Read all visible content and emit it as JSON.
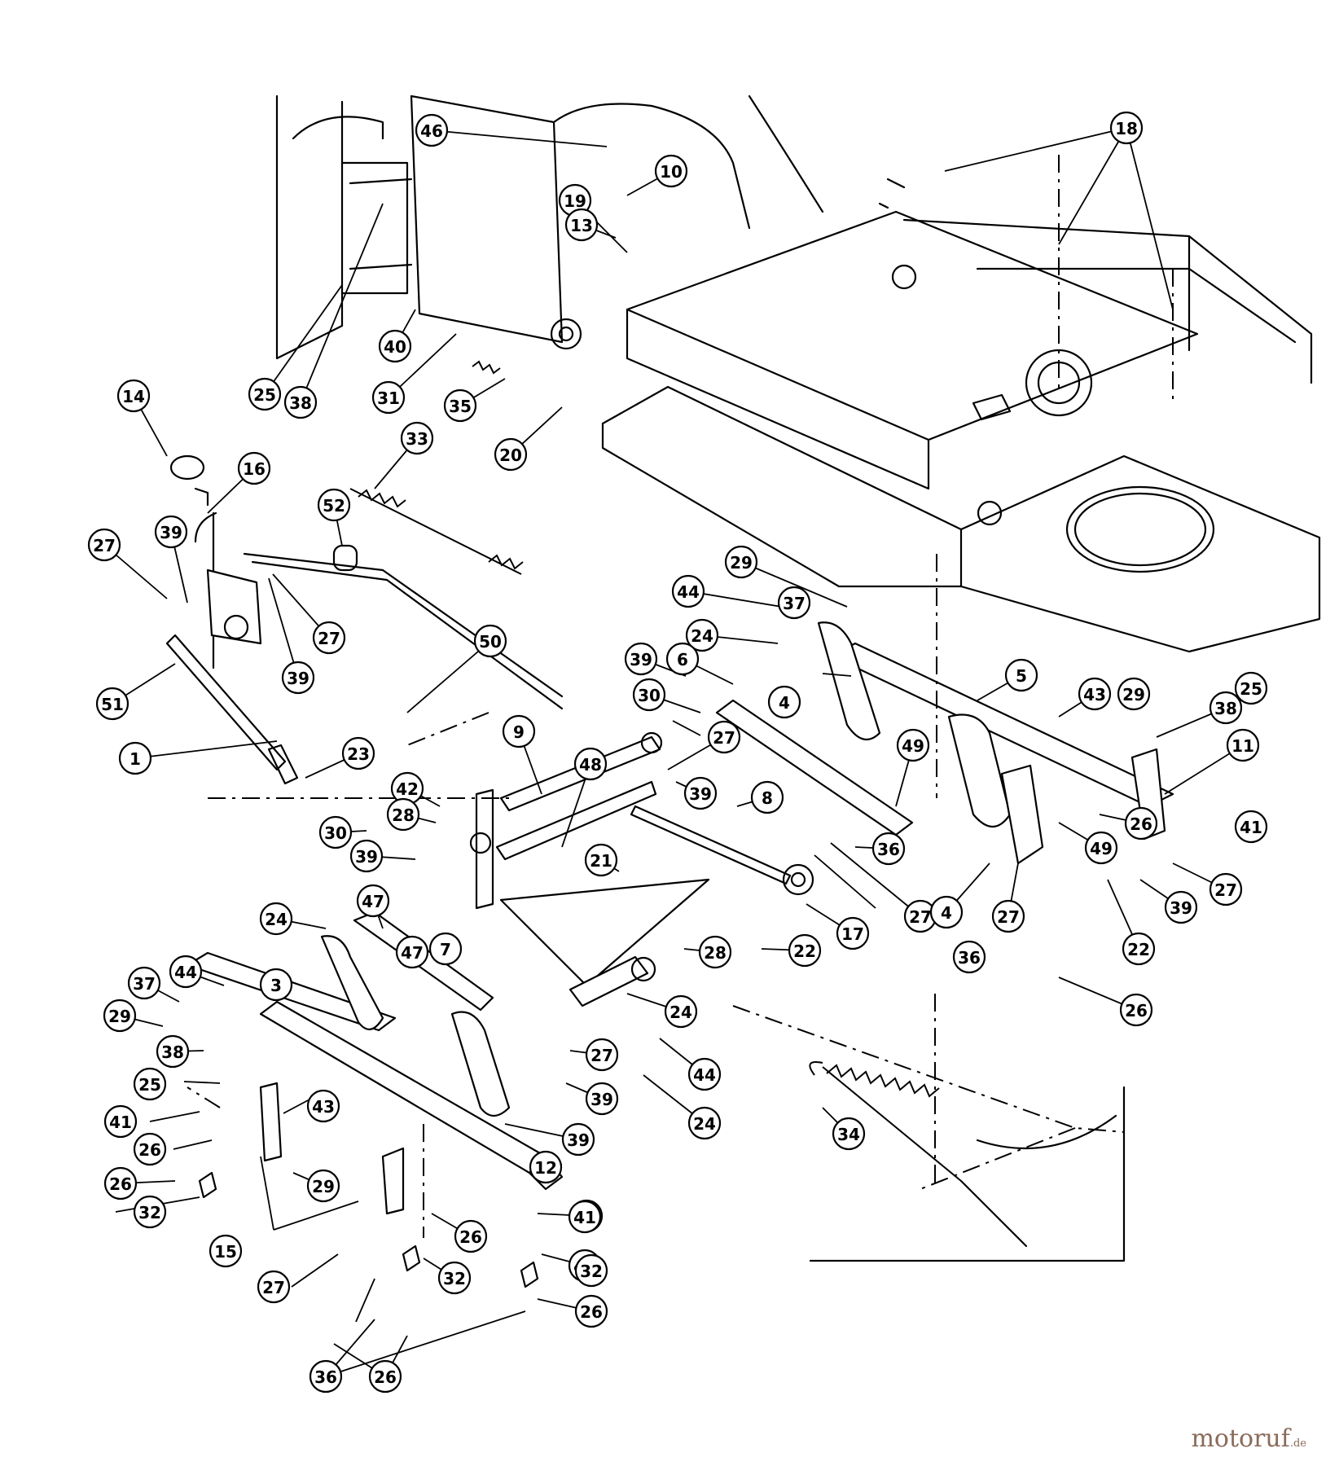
{
  "watermark": {
    "brand": "motoruf",
    "suffix": ".de"
  },
  "callouts": [
    {
      "label": "46"
    },
    {
      "label": "10"
    },
    {
      "label": "19"
    },
    {
      "label": "13"
    },
    {
      "label": "18"
    },
    {
      "label": "40"
    },
    {
      "label": "25"
    },
    {
      "label": "38"
    },
    {
      "label": "31"
    },
    {
      "label": "35"
    },
    {
      "label": "20"
    },
    {
      "label": "33"
    },
    {
      "label": "14"
    },
    {
      "label": "16"
    },
    {
      "label": "52"
    },
    {
      "label": "39"
    },
    {
      "label": "27"
    },
    {
      "label": "27"
    },
    {
      "label": "39"
    },
    {
      "label": "50"
    },
    {
      "label": "51"
    },
    {
      "label": "1"
    },
    {
      "label": "23"
    },
    {
      "label": "29"
    },
    {
      "label": "44"
    },
    {
      "label": "37"
    },
    {
      "label": "24"
    },
    {
      "label": "6"
    },
    {
      "label": "39"
    },
    {
      "label": "30"
    },
    {
      "label": "4"
    },
    {
      "label": "5"
    },
    {
      "label": "43"
    },
    {
      "label": "29"
    },
    {
      "label": "38"
    },
    {
      "label": "25"
    },
    {
      "label": "49"
    },
    {
      "label": "11"
    },
    {
      "label": "9"
    },
    {
      "label": "48"
    },
    {
      "label": "27"
    },
    {
      "label": "39"
    },
    {
      "label": "8"
    },
    {
      "label": "42"
    },
    {
      "label": "28"
    },
    {
      "label": "21"
    },
    {
      "label": "30"
    },
    {
      "label": "39"
    },
    {
      "label": "24"
    },
    {
      "label": "47"
    },
    {
      "label": "27"
    },
    {
      "label": "36"
    },
    {
      "label": "17"
    },
    {
      "label": "22"
    },
    {
      "label": "28"
    },
    {
      "label": "4"
    },
    {
      "label": "27"
    },
    {
      "label": "49"
    },
    {
      "label": "41"
    },
    {
      "label": "26"
    },
    {
      "label": "27"
    },
    {
      "label": "39"
    },
    {
      "label": "22"
    },
    {
      "label": "36"
    },
    {
      "label": "26"
    },
    {
      "label": "44"
    },
    {
      "label": "7"
    },
    {
      "label": "47"
    },
    {
      "label": "3"
    },
    {
      "label": "37"
    },
    {
      "label": "29"
    },
    {
      "label": "38"
    },
    {
      "label": "25"
    },
    {
      "label": "39"
    },
    {
      "label": "24"
    },
    {
      "label": "44"
    },
    {
      "label": "24"
    },
    {
      "label": "27"
    },
    {
      "label": "39"
    },
    {
      "label": "2"
    },
    {
      "label": "41"
    },
    {
      "label": "43"
    },
    {
      "label": "26"
    },
    {
      "label": "12"
    },
    {
      "label": "34"
    },
    {
      "label": "32"
    },
    {
      "label": "29"
    },
    {
      "label": "41"
    },
    {
      "label": "26"
    },
    {
      "label": "26"
    },
    {
      "label": "15"
    },
    {
      "label": "41"
    },
    {
      "label": "26"
    },
    {
      "label": "27"
    },
    {
      "label": "32"
    },
    {
      "label": "32"
    },
    {
      "label": "36"
    },
    {
      "label": "26"
    }
  ]
}
